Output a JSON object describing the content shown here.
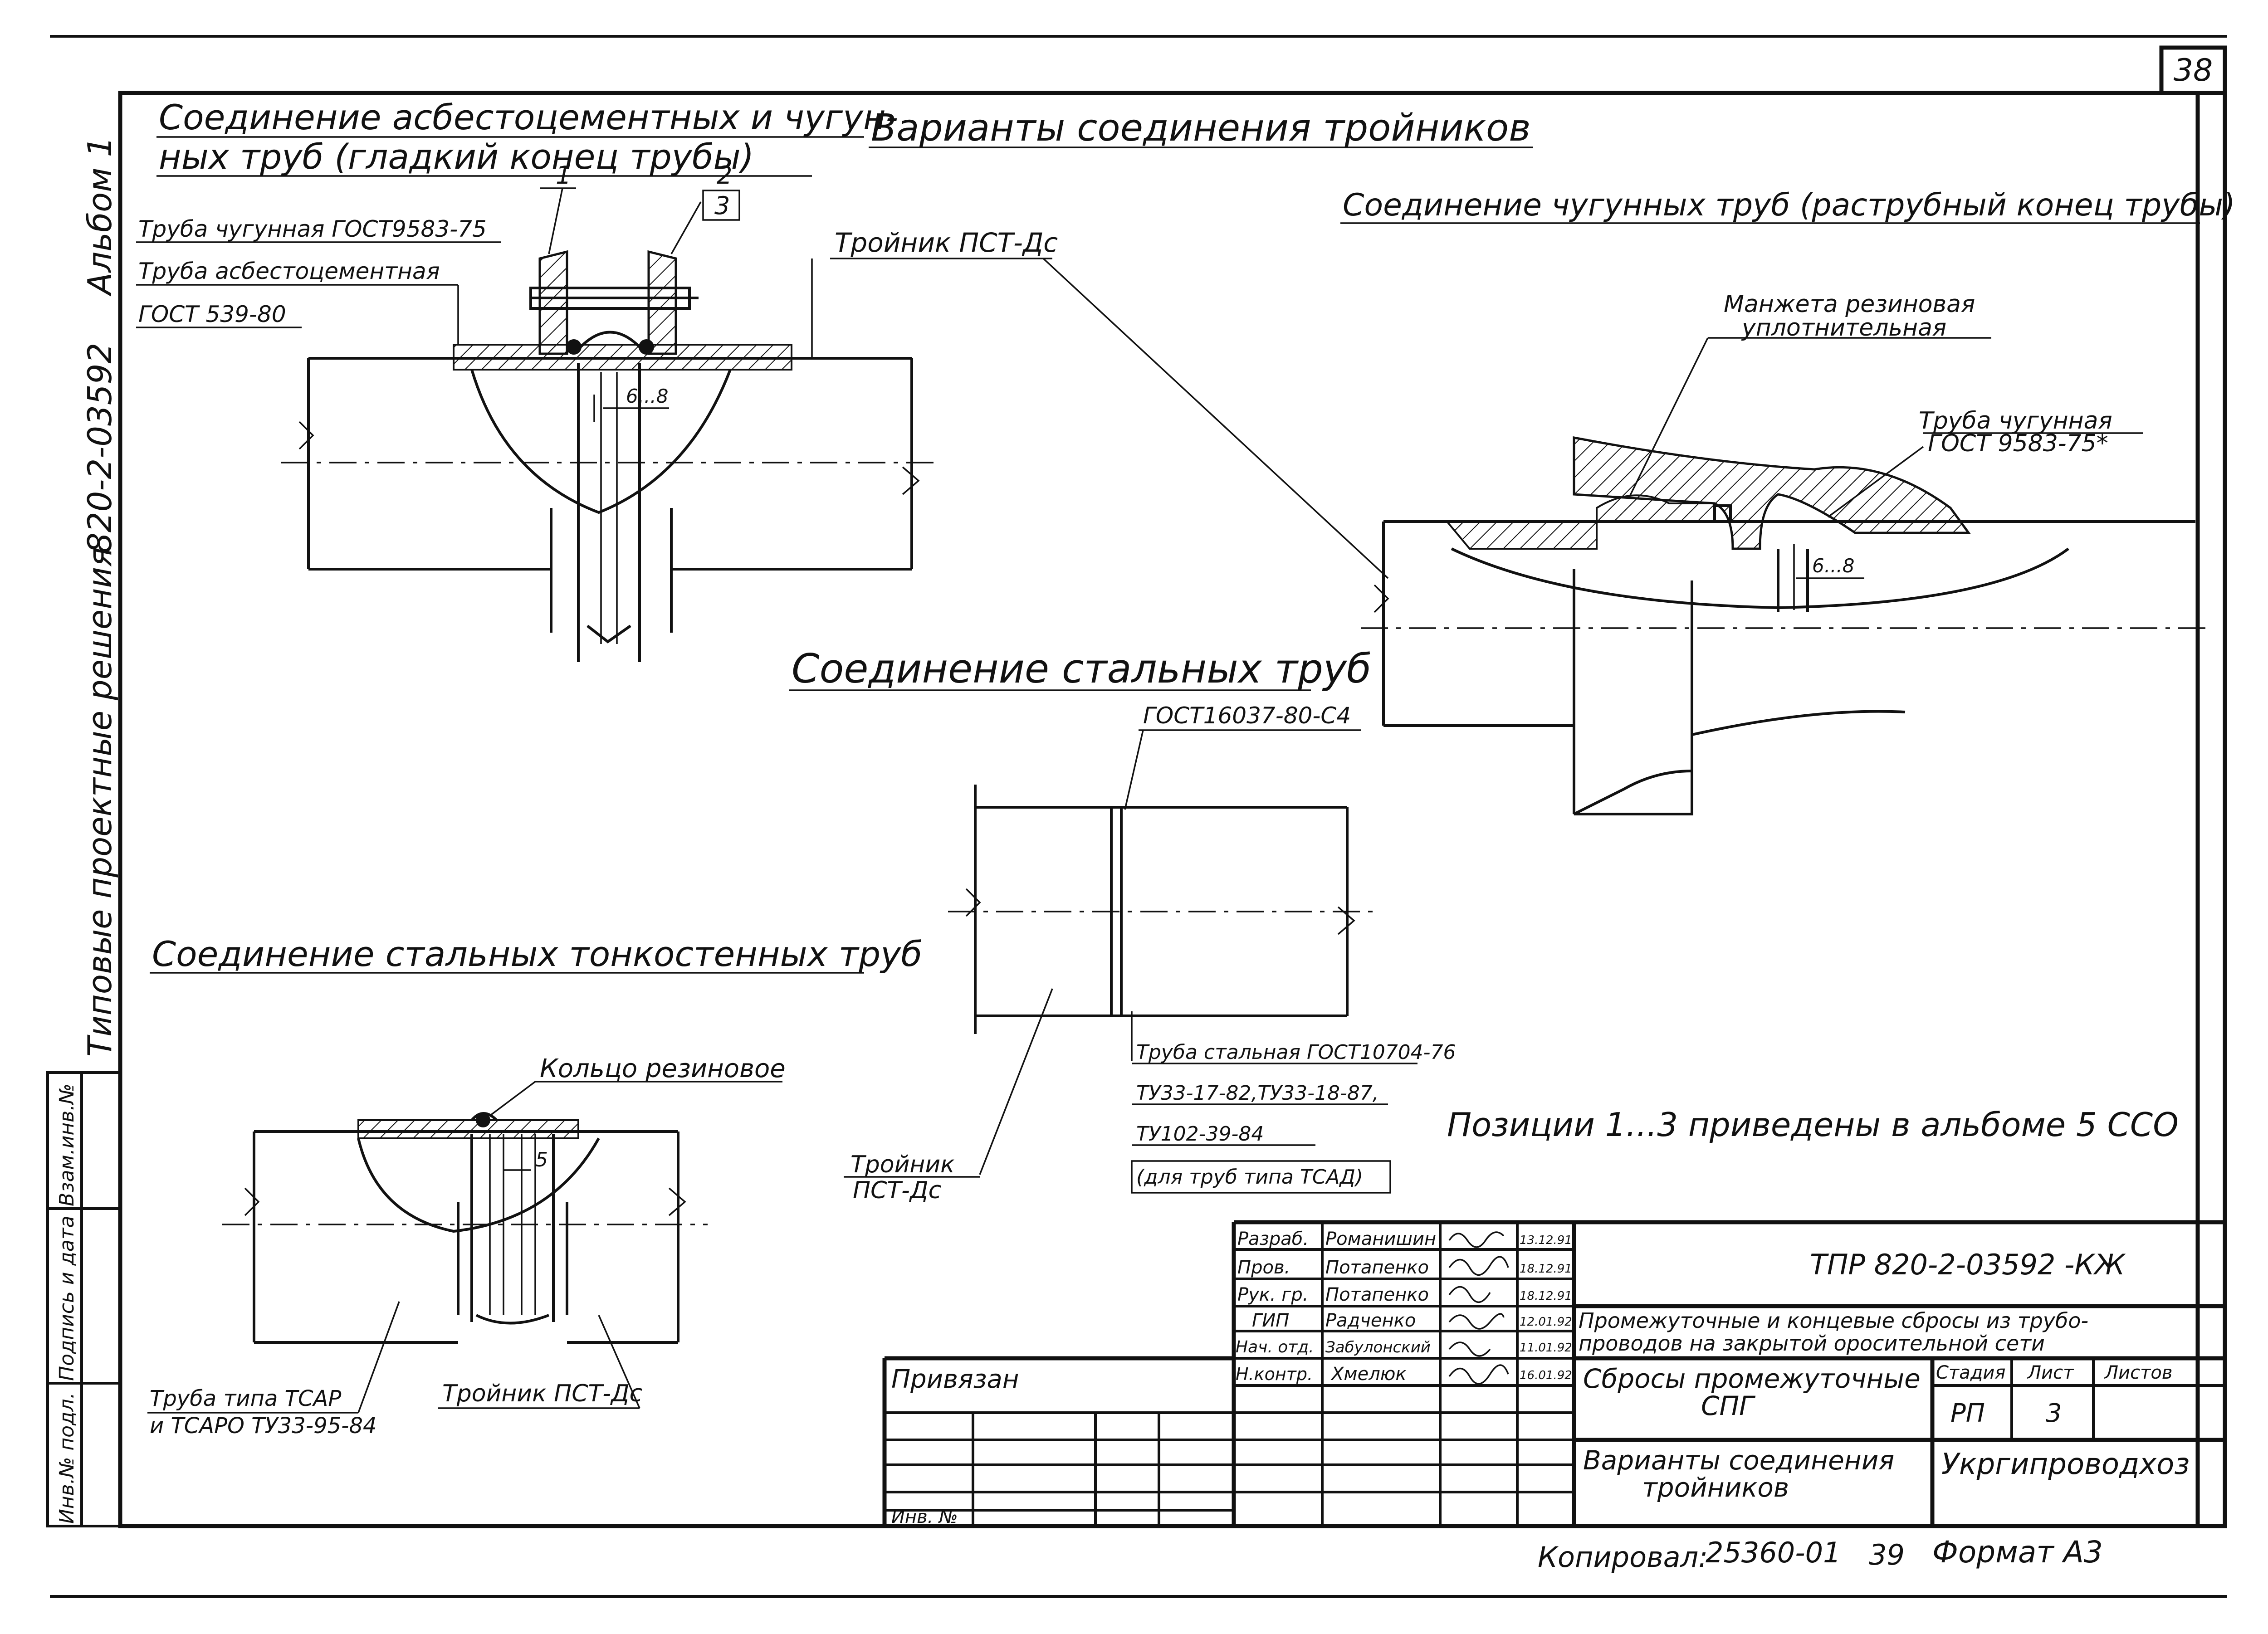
{
  "sheet_number": "38",
  "side_stamp": {
    "album": "Альбом 1",
    "code": "820-2-03592",
    "series": "Типовые проектные решения"
  },
  "side_table": {
    "cols": [
      "Инв.№ подл.",
      "Подпись и дата",
      "Взам.инв.№"
    ]
  },
  "headings": {
    "left_line1": "Соединение асбестоцементных и чугун-",
    "left_line2": "ных труб (гладкий конец трубы)",
    "main": "Варианты соединения тройников",
    "cast_iron": "Соединение чугунных труб (раструбный конец трубы)",
    "steel": "Соединение стальных труб",
    "thin_steel": "Соединение стальных тонкостенных труб"
  },
  "callouts": {
    "pos1": "1",
    "pos2": "2",
    "pos3": "3",
    "pipe_ci_gost": "Труба чугунная ГОСТ9583-75",
    "pipe_asb": "Труба асбестоцементная",
    "gost_539": "ГОСТ 539-80",
    "tee_top": "Тройник ПСТ-Дс",
    "gap_a": "6...8",
    "cuff_1": "Манжета резиновая",
    "cuff_2": "уплотнительная",
    "ci_pipe_1": "Труба чугунная",
    "ci_pipe_2": "ГОСТ 9583-75*",
    "gap_b": "6...8",
    "weld_gost": "ГОСТ16037-80-С4",
    "steel_pipe_1": "Труба стальная ГОСТ10704-76",
    "steel_pipe_2": "ТУ33-17-82,ТУ33-18-87,",
    "steel_pipe_3": "ТУ102-39-84",
    "steel_pipe_4": "(для труб типа ТСАД)",
    "tee_steel_1": "Тройник",
    "tee_steel_2": "ПСТ-Дс",
    "ring": "Кольцо резиновое",
    "gap_c": "5",
    "tsar_1": "Труба типа ТСАР",
    "tsar_2": "и ТСАРО ТУ33-95-84",
    "tee_thin": "Тройник ПСТ-Дс"
  },
  "positions_note": "Позиции 1...3 приведены в альбоме 5 ССО",
  "title_block": {
    "roles": [
      {
        "role": "Разраб.",
        "name": "Романишин",
        "date": "13.12.91"
      },
      {
        "role": "Пров.",
        "name": "Потапенко",
        "date": "18.12.91"
      },
      {
        "role": "Рук. гр.",
        "name": "Потапенко",
        "date": "18.12.91"
      },
      {
        "role": "ГИП",
        "name": "Радченко",
        "date": "12.01.92"
      },
      {
        "role": "Нач. отд.",
        "name": "Забулонский",
        "date": "11.01.92"
      },
      {
        "role": "Н.контр.",
        "name": "Хмелюк",
        "date": "16.01.92"
      }
    ],
    "doc_code": "ТПР 820-2-03592 -КЖ",
    "project_title": "Промежуточные и концевые сбросы из трубопроводов на закрытой оросительной сети",
    "project_title_1": "Промежуточные и концевые сбросы из трубо-",
    "project_title_2": "проводов на закрытой оросительной сети",
    "object_1": "Сбросы промежуточные",
    "object_2": "СПГ",
    "stage_label": "Стадия",
    "sheet_label": "Лист",
    "sheets_label": "Листов",
    "stage": "РП",
    "sheet": "3",
    "sheets": "",
    "drawing_1": "Варианты соединения",
    "drawing_2": "тройников",
    "organization": "Укргипроводхоз",
    "bound": "Привязан",
    "inv": "Инв. №"
  },
  "footer": {
    "copied_label": "Копировал:",
    "copy_no": "25360-01",
    "copy_sheet": "39",
    "format": "Формат А3"
  }
}
